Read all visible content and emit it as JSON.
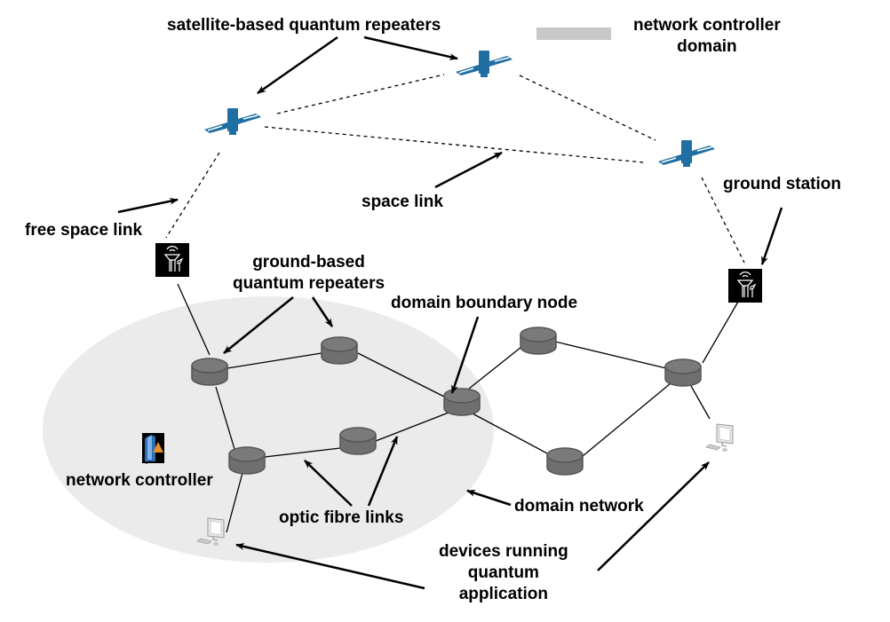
{
  "legend": {
    "domain_swatch_color": "#c8c8c8",
    "domain_label_lines": [
      "network controller",
      "domain"
    ]
  },
  "labels": {
    "satellite_repeaters": "satellite-based quantum repeaters",
    "space_link": "space link",
    "free_space_link": "free space link",
    "ground_station": "ground station",
    "ground_repeaters_lines": [
      "ground-based",
      "quantum repeaters"
    ],
    "domain_boundary_node": "domain boundary node",
    "network_controller": "network controller",
    "optic_fibre_links": "optic fibre links",
    "domain_network": "domain network",
    "devices_lines": [
      "devices running",
      "quantum",
      "application"
    ]
  },
  "colors": {
    "satellite": "#1f6fa3",
    "repeater_fill": "#777777",
    "domain_fill": "#ebebeb",
    "ground_station_bg": "#000000"
  },
  "nodes": {
    "satellites": [
      "satellite-left",
      "satellite-top",
      "satellite-right"
    ],
    "ground_stations": [
      "ground-station-left",
      "ground-station-right"
    ],
    "repeaters": [
      "repeater-a",
      "repeater-b",
      "repeater-c",
      "repeater-boundary",
      "repeater-d",
      "repeater-e",
      "repeater-f",
      "repeater-g"
    ],
    "devices": [
      "device-left",
      "device-right"
    ],
    "controller": "network-controller"
  }
}
